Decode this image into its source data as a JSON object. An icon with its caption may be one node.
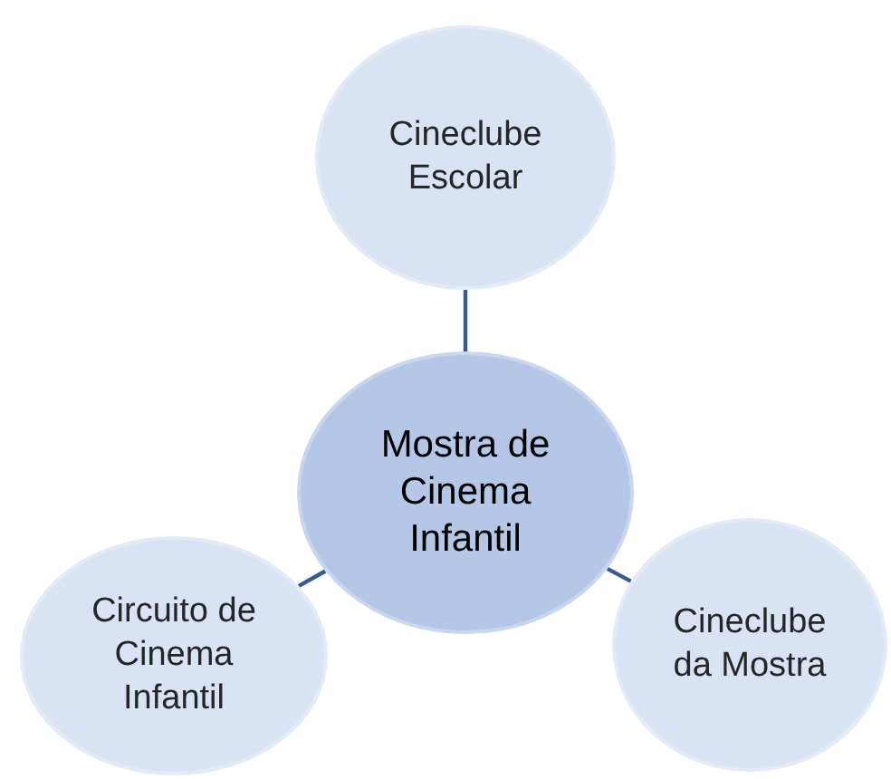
{
  "diagram": {
    "nodes": [
      {
        "text": [
          "Mostra de Cinema Infantil"
        ]
      },
      {
        "text": [
          "Cineclube Escolar"
        ]
      },
      {
        "text": [
          "Circuito de Cinema Infantil"
        ]
      },
      {
        "text": [
          "Cineclube da Mostra"
        ]
      }
    ],
    "edges": [
      {
        "from": 0,
        "to": 1,
        "arrow": "none"
      },
      {
        "from": 0,
        "to": 2,
        "arrow": "none"
      },
      {
        "from": 0,
        "to": 3,
        "arrow": "none"
      }
    ]
  }
}
